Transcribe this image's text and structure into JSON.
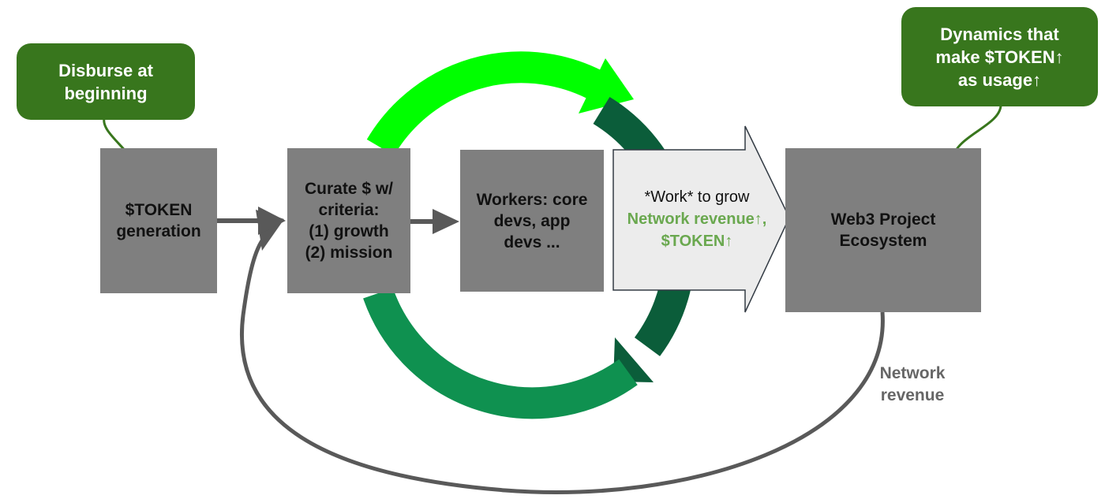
{
  "callouts": {
    "left": {
      "line1": "Disburse at",
      "line2": "beginning"
    },
    "right": {
      "line1": "Dynamics that",
      "line2": "make $TOKEN↑",
      "line3": "as usage↑"
    }
  },
  "boxes": {
    "token_generation": {
      "line1": "$TOKEN",
      "line2": "generation"
    },
    "curate": {
      "line1": "Curate $ w/",
      "line2": "criteria:",
      "line3": "(1) growth",
      "line4": "(2) mission"
    },
    "workers": {
      "line1": "Workers: core",
      "line2": "devs, app",
      "line3": "devs ..."
    },
    "ecosystem": {
      "line1": "Web3 Project",
      "line2": "Ecosystem"
    }
  },
  "work_arrow": {
    "line1": "*Work* to grow",
    "line2": "Network revenue↑,",
    "line3": "$TOKEN↑"
  },
  "network_revenue_label": {
    "line1": "Network",
    "line2": "revenue"
  },
  "colors": {
    "box": "#7f7f7f",
    "callout": "#38761d",
    "bright_green": "#00ff00",
    "dark_green": "#0b5d3a",
    "mid_green": "#0f9150",
    "text_green": "#6aa84f",
    "connector": "#595959"
  }
}
